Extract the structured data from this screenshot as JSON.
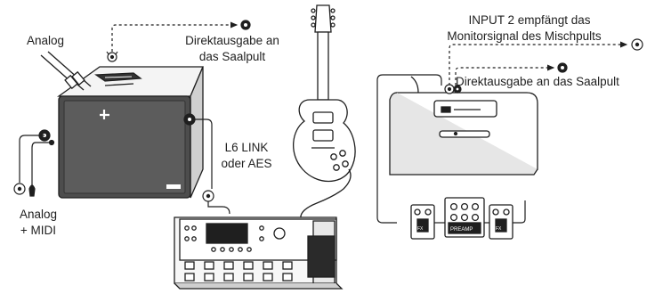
{
  "labels": {
    "analog_top": "Analog",
    "direct_out_left_line1": "Direktausgabe an",
    "direct_out_left_line2": "das Saalpult",
    "l6_link_line1": "L6 LINK",
    "l6_link_line2": "oder AES",
    "analog_midi_line1": "Analog",
    "analog_midi_line2": "+ MIDI",
    "input2_line1": "INPUT 2 empfängt das",
    "input2_line2": "Monitorsignal des Mischpults",
    "direct_out_right": "Direktausgabe an das Saalpult",
    "preamp_badge": "PREAMP",
    "fx_badge_left": "FX",
    "fx_badge_right": "FX"
  },
  "colors": {
    "line": "#1f1f1f",
    "amp_dark": "#4a4a4a",
    "amp_light": "#f2f2f2",
    "background": "#ffffff"
  },
  "icons": [
    "powered-speaker-amp-icon",
    "stacked-cable-plugs-icon",
    "xlr-connector-icon",
    "electric-guitar-icon",
    "multi-effects-floor-processor-icon",
    "guitar-amplifier-icon",
    "fx-pedal-icon",
    "preamp-pedal-icon"
  ]
}
